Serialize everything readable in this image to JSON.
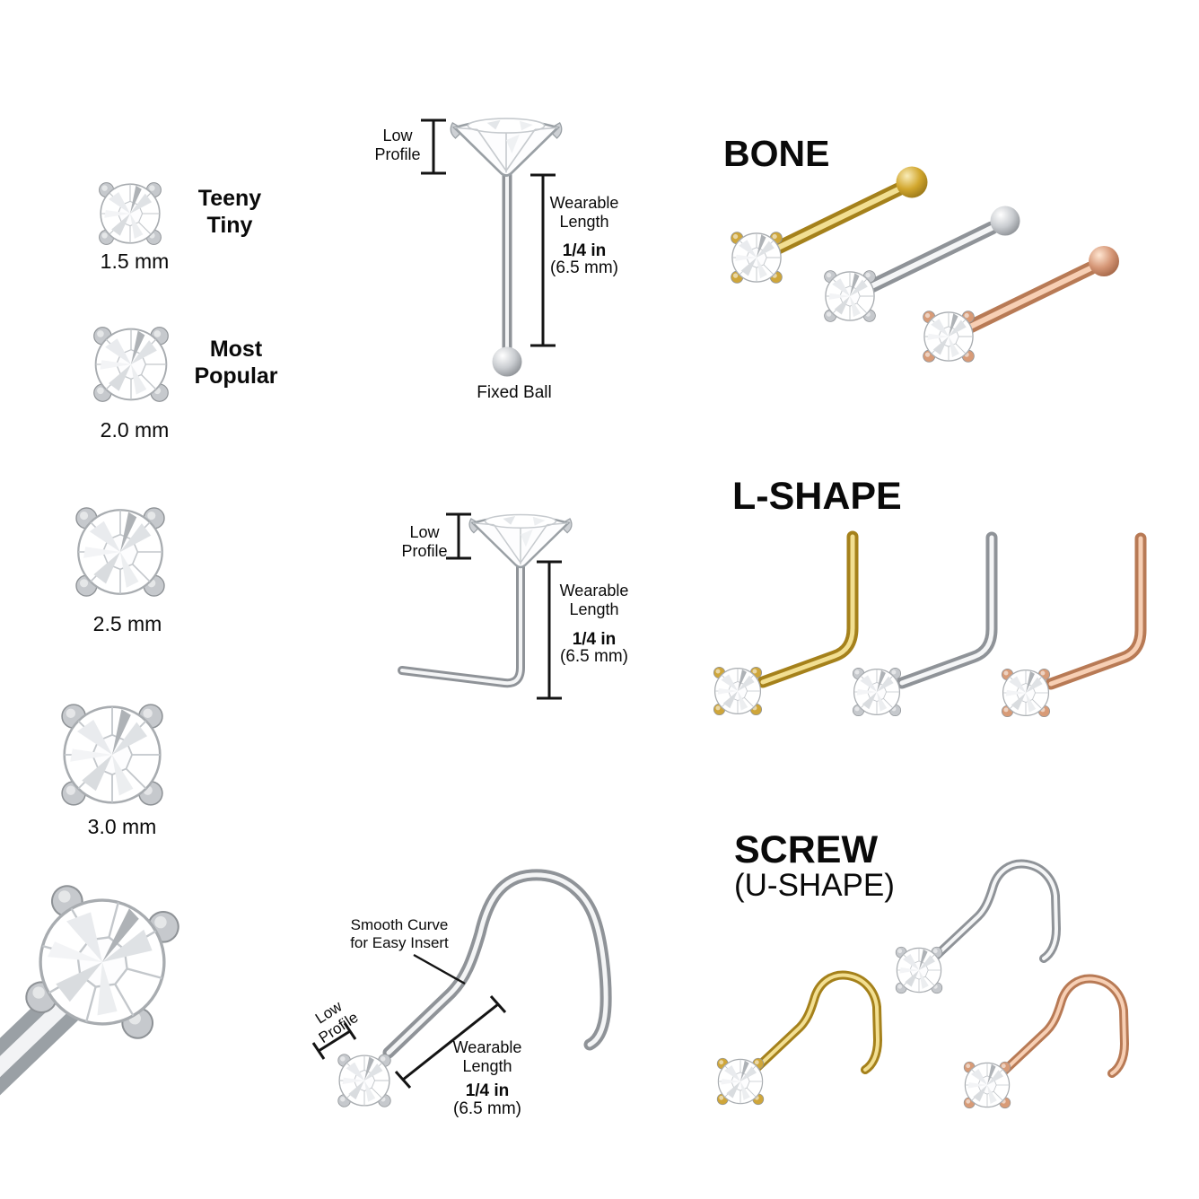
{
  "sizes": {
    "items": [
      {
        "label": "1.5 mm",
        "tag": "Teeny\nTiny"
      },
      {
        "label": "2.0 mm",
        "tag": "Most\nPopular"
      },
      {
        "label": "2.5 mm",
        "tag": ""
      },
      {
        "label": "3.0 mm",
        "tag": ""
      }
    ]
  },
  "diagrams": {
    "bone": {
      "low_profile": "Low\nProfile",
      "wearable": "Wearable\nLength",
      "length_in": "1/4 in",
      "length_mm": "(6.5 mm)",
      "fixed_ball": "Fixed Ball"
    },
    "l_shape": {
      "low_profile": "Low\nProfile",
      "wearable": "Wearable\nLength",
      "length_in": "1/4 in",
      "length_mm": "(6.5 mm)"
    },
    "screw": {
      "smooth_curve": "Smooth Curve\nfor Easy Insert",
      "low_profile": "Low\nProfile",
      "wearable": "Wearable\nLength",
      "length_in": "1/4 in",
      "length_mm": "(6.5 mm)"
    }
  },
  "families": {
    "bone": {
      "title": "BONE",
      "variants": [
        "gold",
        "silver",
        "rose-gold"
      ]
    },
    "l_shape": {
      "title": "L-SHAPE",
      "variants": [
        "gold",
        "silver",
        "rose-gold"
      ]
    },
    "screw": {
      "title": "SCREW",
      "subtitle": "(U-SHAPE)",
      "variants": [
        "gold",
        "silver",
        "rose-gold"
      ]
    }
  },
  "colors": {
    "gold": "#cfa63a",
    "silver": "#c6c9cd",
    "rose_gold": "#d89b77",
    "annotation": "#141414",
    "background": "#ffffff"
  }
}
